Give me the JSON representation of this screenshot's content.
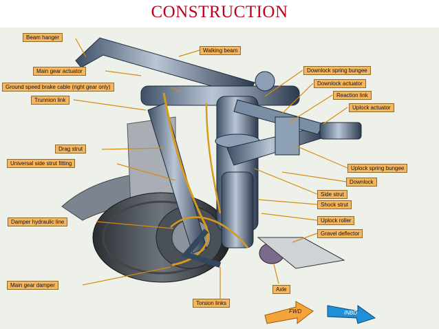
{
  "title": "CONSTRUCTION",
  "labels": {
    "beam_hanger": "Beam hanger",
    "walking_beam": "Walking beam",
    "main_gear_actuator": "Main gear actuator",
    "ground_speed_brake_cable": "Ground speed brake cable (right gear only)",
    "trunnion_link": "Trunnion link",
    "drag_strut": "Drag strut",
    "universal_side_strut_fitting": "Universal side strut fitting",
    "damper_hydraulic_line": "Damper hydraulic line",
    "main_gear_damper": "Main gear damper",
    "torsion_links": "Torsion links",
    "axle": "Axle",
    "downlock_spring_bungee": "Downlock spring bungee",
    "downlock_actuator": "Downlock actuator",
    "reaction_link": "Reaction link",
    "uplock_actuator": "Uplock actuator",
    "uplock_spring_bungee": "Uplock spring bungee",
    "downlock": "Downlock",
    "side_strut": "Side strut",
    "shock_strut": "Shock strut",
    "uplock_roller": "Uplock roller",
    "gravel_deflector": "Gravel deflector"
  },
  "direction": {
    "fwd": "FWD",
    "inbd": "INBD"
  },
  "colors": {
    "title": "#c0001a",
    "label_fill": "#f6b65f",
    "fwd_arrow": "#f4a43a",
    "inbd_arrow": "#1e8fd8"
  }
}
